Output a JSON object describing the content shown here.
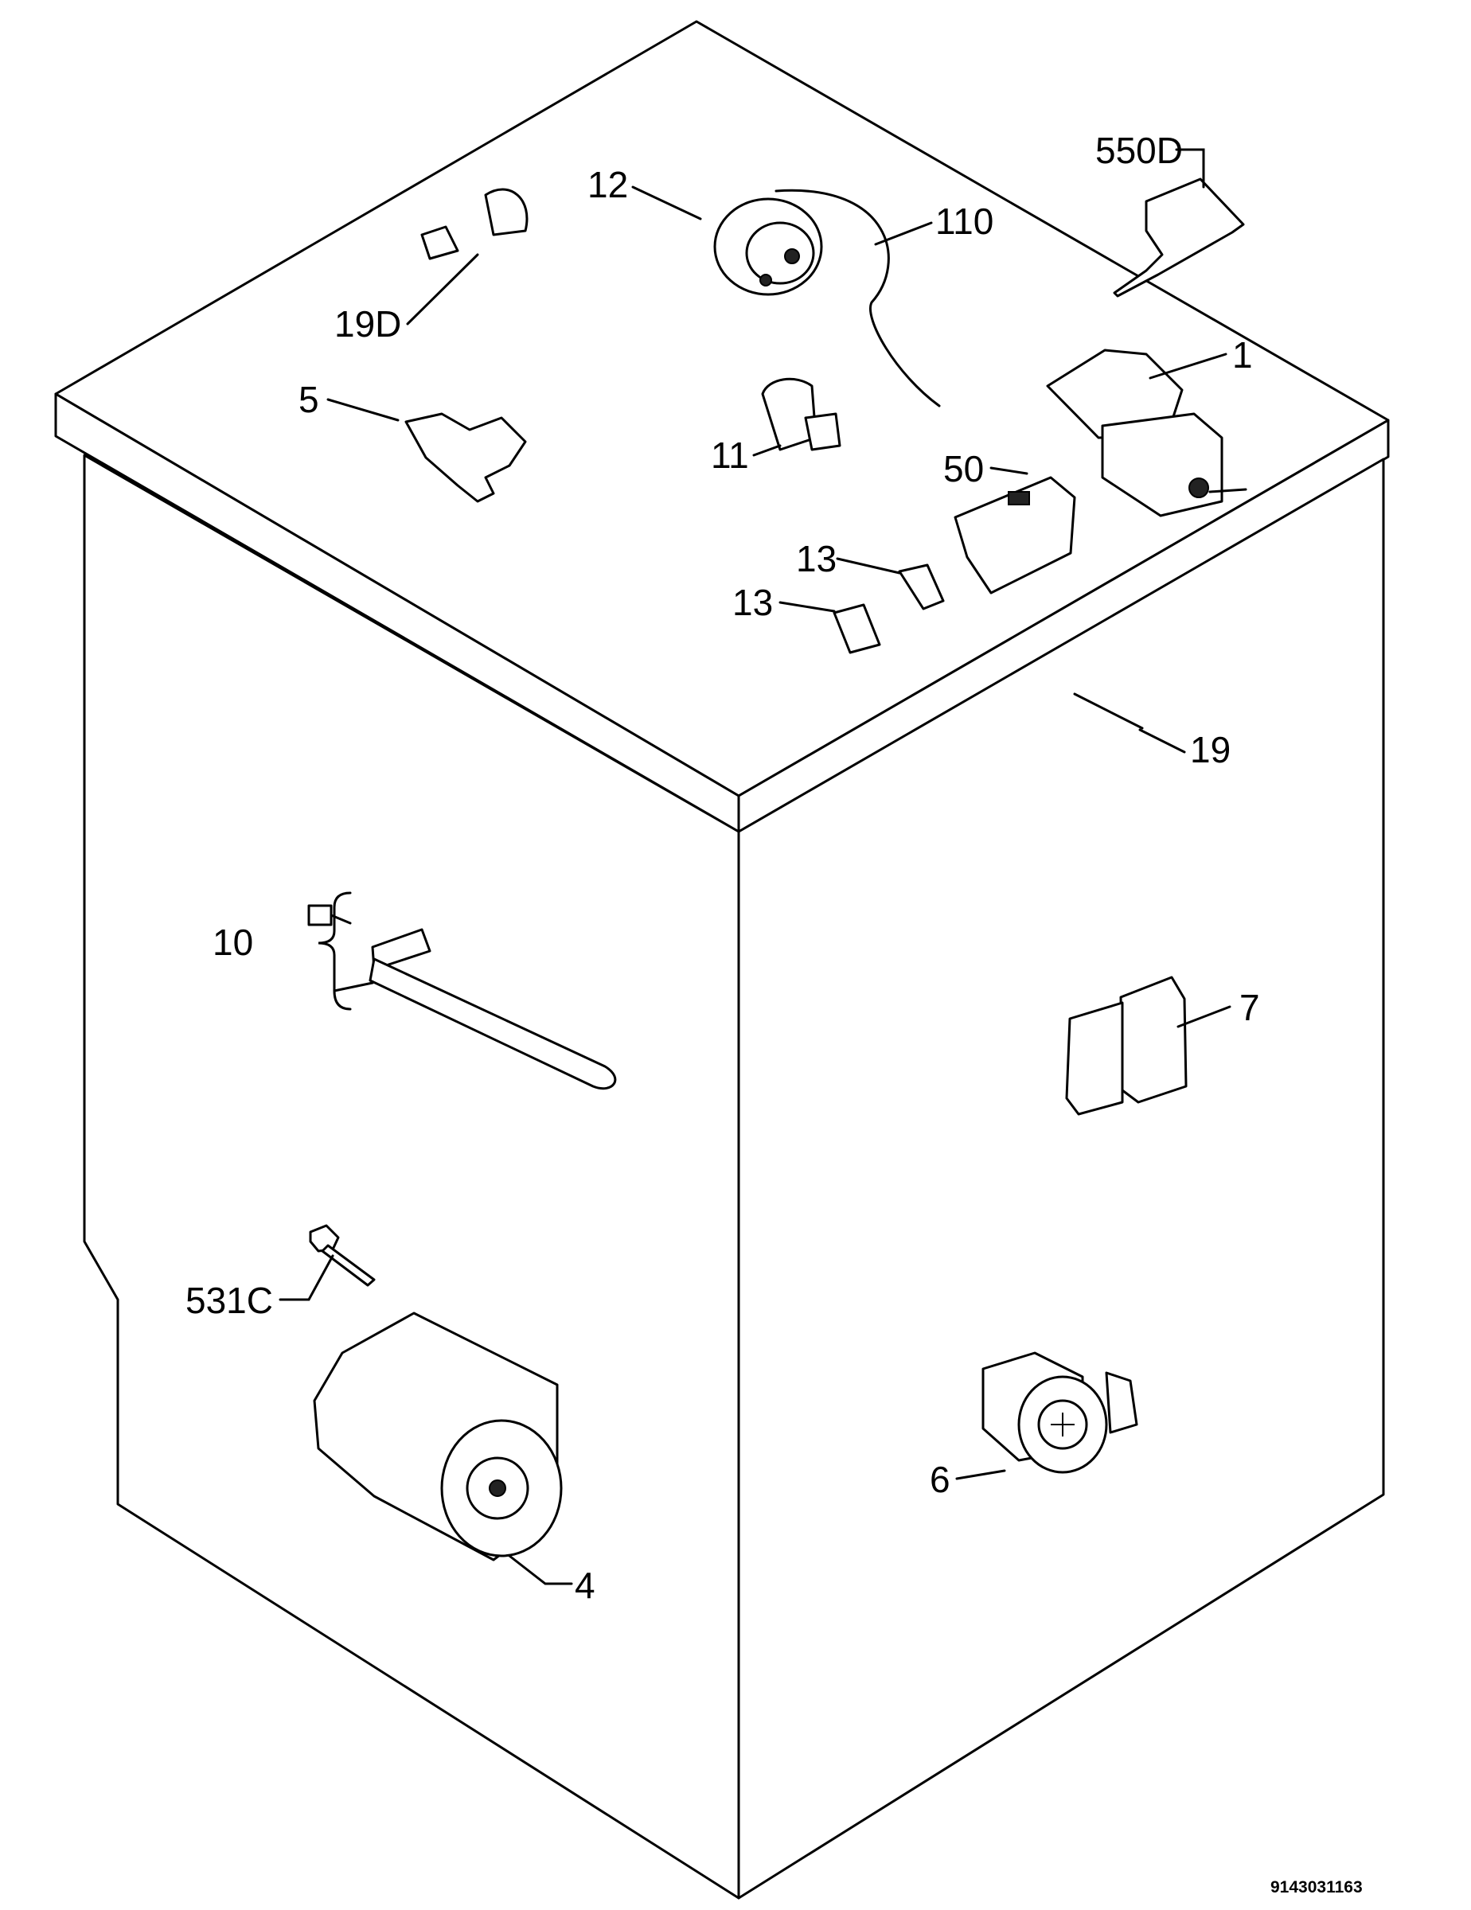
{
  "callouts": {
    "c550D": "550D",
    "c12": "12",
    "c110": "110",
    "c19D": "19D",
    "c1": "1",
    "c5": "5",
    "c11": "11",
    "c50": "50",
    "c13a": "13",
    "c13b": "13",
    "c19": "19",
    "c10": "10",
    "c7": "7",
    "c531C": "531C",
    "c6": "6",
    "c4": "4"
  },
  "document_number": "9143031163"
}
